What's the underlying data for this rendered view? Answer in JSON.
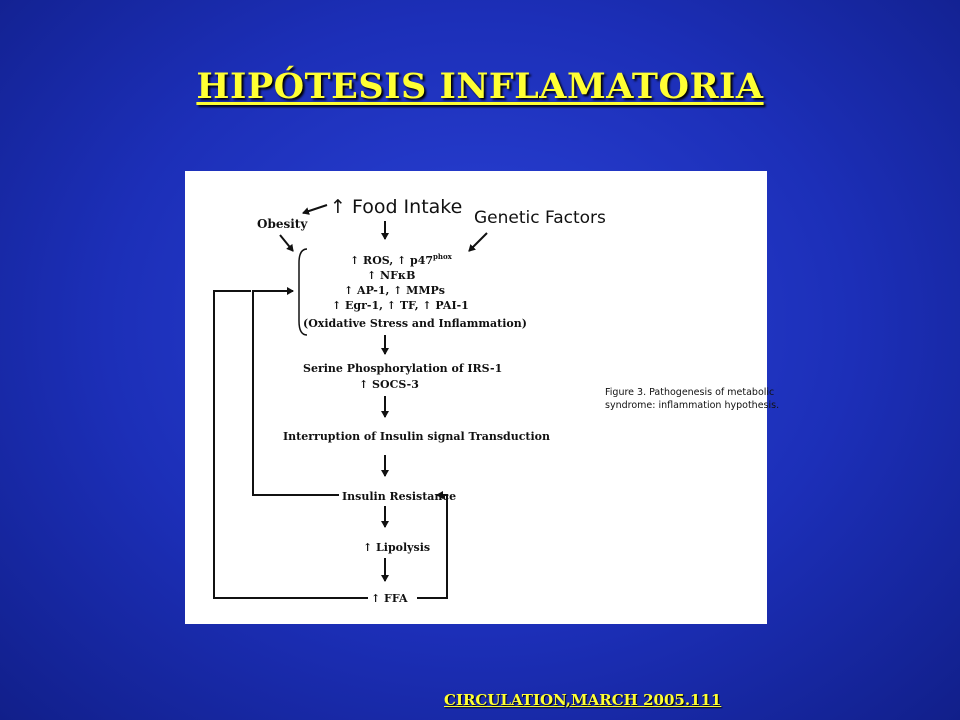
{
  "slide": {
    "title": "HIPÓTESIS INFLAMATORIA",
    "citation": "CIRCULATION,MARCH 2005.111"
  },
  "figure": {
    "food_intake": "↑ Food Intake",
    "obesity": "Obesity",
    "genetic_factors": "Genetic Factors",
    "stress_block": [
      "↑ ROS, ↑ p47",
      "↑ NFκB",
      "↑ AP-1, ↑ MMPs",
      "↑ Egr-1, ↑ TF, ↑ PAI-1",
      "(Oxidative Stress and Inflammation)"
    ],
    "phox_superscript": "phox",
    "serine_block": [
      "Serine Phosphorylation of IRS-1",
      "↑ SOCS-3"
    ],
    "interruption": "Interruption of Insulin signal Transduction",
    "insulin_resistance": "Insulin Resistance",
    "lipolysis": "↑ Lipolysis",
    "ffa": "↑ FFA",
    "caption": [
      "Figure 3. Pathogenesis of metabolic",
      "syndrome: inflammation hypothesis."
    ]
  }
}
